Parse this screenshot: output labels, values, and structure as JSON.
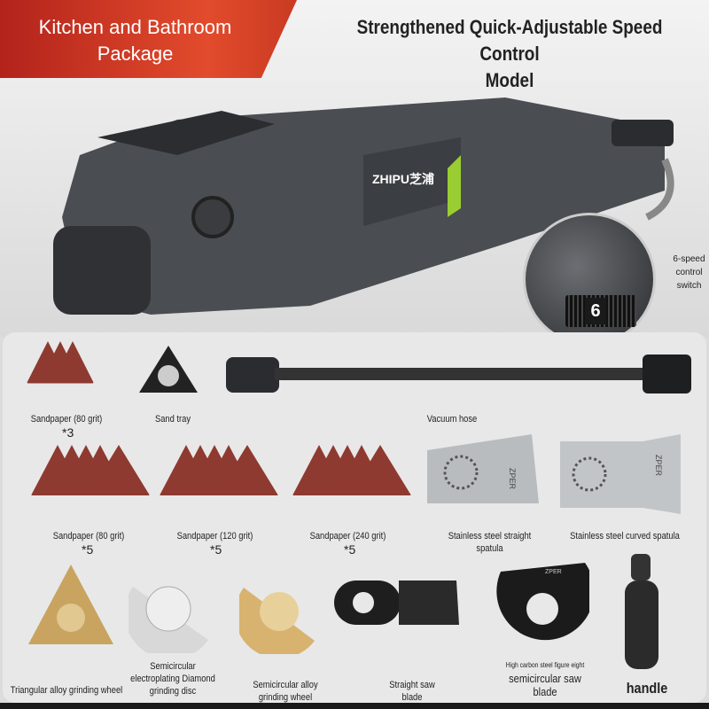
{
  "banner": {
    "line1": "Kitchen and Bathroom",
    "line2": "Package"
  },
  "headline": {
    "line1": "Strengthened Quick-Adjustable Speed Control",
    "line2": "Model"
  },
  "product": {
    "brand": "ZHIPU芝浦",
    "speed_dial_value": "6",
    "speed_label": "6-speed control switch"
  },
  "accessories": [
    {
      "label": "Sandpaper (80 grit)",
      "qty": "*3"
    },
    {
      "label": "Sand tray"
    },
    {
      "label": "Vacuum hose"
    },
    {
      "label": "Sandpaper (80 grit)",
      "qty": "*5"
    },
    {
      "label": "Sandpaper (120 grit)",
      "qty": "*5"
    },
    {
      "label": "Sandpaper (240 grit)",
      "qty": "*5"
    },
    {
      "label": "Stainless steel straight spatula",
      "brand": "ZPER"
    },
    {
      "label": "Stainless steel curved spatula",
      "brand": "ZPER"
    },
    {
      "label": "Triangular alloy grinding wheel"
    },
    {
      "label": "Semicircular electroplating Diamond grinding disc"
    },
    {
      "label": "Semicircular alloy grinding wheel"
    },
    {
      "label": "Straight saw blade"
    },
    {
      "label": "High carbon steel figure eight",
      "label2": "semicircular saw blade",
      "brand": "ZPER"
    },
    {
      "label": "handle"
    }
  ],
  "colors": {
    "banner_red": "#d63a24",
    "tool_grey": "#4a4d51",
    "accent_green": "#9acd32",
    "sandpaper": "#8e3a30"
  }
}
